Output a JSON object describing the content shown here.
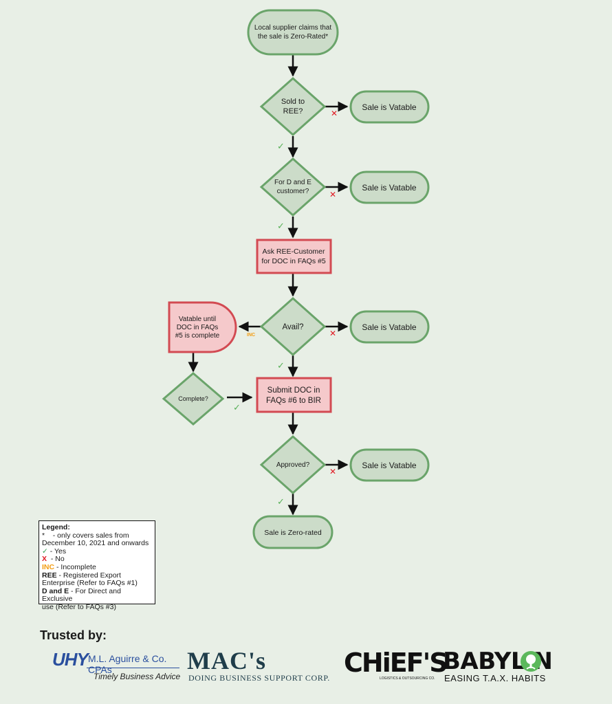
{
  "flowchart": {
    "start": [
      "Local supplier claims that",
      "the sale is Zero-Rated*"
    ],
    "q_sold": [
      "Sold to",
      "REE?"
    ],
    "q_de": [
      "For D and E",
      "customer?"
    ],
    "ask": [
      "Ask REE-Customer",
      "for DOC in FAQs #5"
    ],
    "q_avail": [
      "Avail?"
    ],
    "vatable_until": [
      "Vatable until",
      "DOC in FAQs",
      "#5 is complete"
    ],
    "q_complete": [
      "Complete?"
    ],
    "submit": [
      "Submit DOC in",
      "FAQs #6 to BIR"
    ],
    "q_approved": [
      "Approved?"
    ],
    "end": [
      "Sale is Zero-rated"
    ],
    "vatable": "Sale is Vatable",
    "inc_label": "INC",
    "yes_mark": "✓",
    "no_mark": "✕"
  },
  "legend": {
    "title": "Legend:",
    "star_sym": "*",
    "star_text": "- only covers sales from",
    "star_text2": "December 10, 2021 and onwards",
    "yes_sym": "✓",
    "yes_text": "- Yes",
    "no_sym": "X",
    "no_text": "- No",
    "inc_sym": "INC",
    "inc_text": "- Incomplete",
    "ree_sym": "REE",
    "ree_text": "- Registered Export",
    "ree_text2": "Enterprise (Refer to FAQs #1)",
    "de_sym": "D and E",
    "de_text": "- For Direct and Exclusive",
    "de_text2": "use (Refer to FAQs #3)"
  },
  "trusted_by": "Trusted by:",
  "logos": {
    "uhy_mark": "UHY",
    "uhy_name": "M.L. Aguirre & Co. CPAs",
    "uhy_tag": "Timely Business Advice",
    "macs_name": "MAC's",
    "macs_tag": "DOING BUSINESS SUPPORT CORP.",
    "chiefs_name": "CHiEF'S",
    "chiefs_tag": "LOGISTICS & OUTSOURCING CO.",
    "babylon_name": "BABYL  N",
    "babylon_tag": "EASING T.A.X. HABITS"
  },
  "colors": {
    "green_fill": "#ccdcc9",
    "green_stroke": "#6aa46a",
    "red_fill": "#f5c9cb",
    "red_stroke": "#d24a52",
    "no_red": "#e01b24",
    "yes_green": "#58b058",
    "inc_orange": "#f39c12"
  }
}
